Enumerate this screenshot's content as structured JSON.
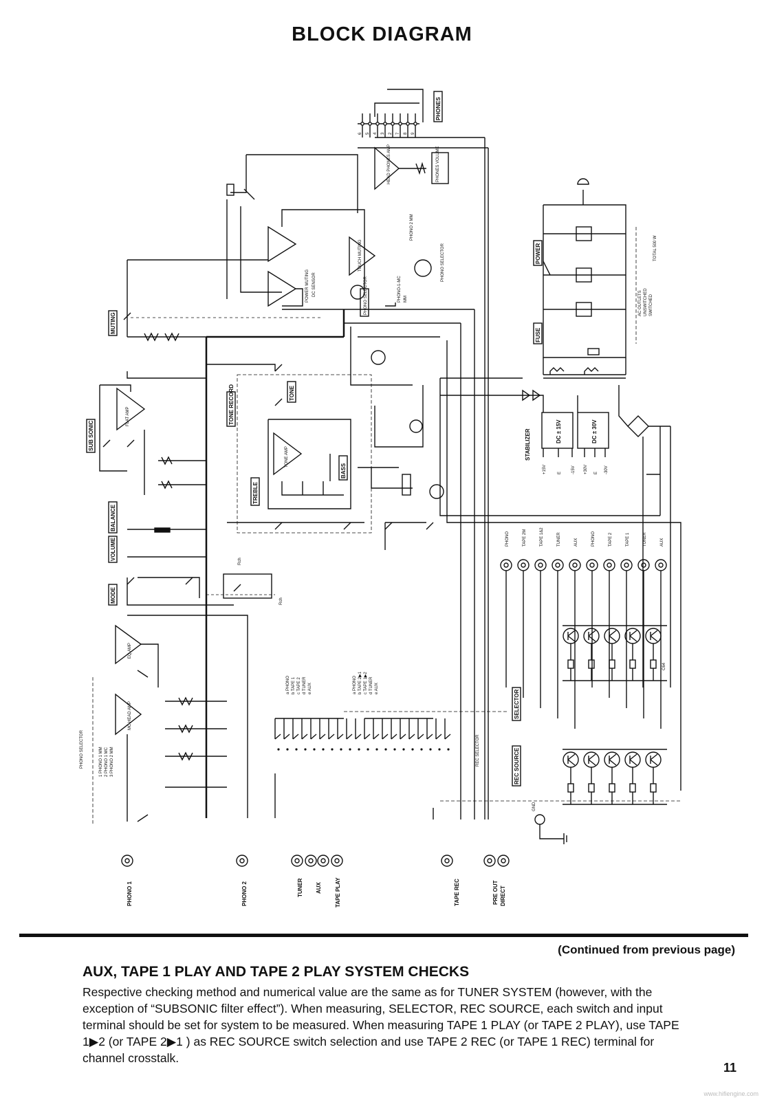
{
  "page": {
    "title": "BLOCK DIAGRAM",
    "continued": "(Continued from previous page)",
    "heading": "AUX, TAPE 1 PLAY AND TAPE 2 PLAY SYSTEM CHECKS",
    "paragraph": "Respective checking method and numerical value are the same as for TUNER SYSTEM (however, with the exception of “SUBSONIC filter effect”). When measuring, SELECTOR, REC SOURCE, each switch and input terminal should be set for system to be measured. When measuring TAPE 1 PLAY (or TAPE 2 PLAY), use TAPE 1▶2 (or TAPE 2▶1 ) as REC SOURCE switch selection and use TAPE 2 REC (or TAPE 1 REC) terminal for channel crosstalk.",
    "page_number": "11",
    "watermark": "www.hifiengine.com"
  },
  "diagram": {
    "boxed_labels": {
      "phones": "PHONES",
      "phones_volume": "PHONES VOLUME",
      "power": "POWER",
      "fuse": "FUSE",
      "muting": "MUTING",
      "subsonic": "SUB SONIC",
      "tone_record": "TONE RECORD",
      "tone": "TONE",
      "treble": "TREBLE",
      "bass": "BASS",
      "balance": "BALANCE",
      "volume": "VOLUME",
      "mode": "MODE",
      "selector": "SELECTOR",
      "rec_source": "REC SOURCE",
      "phono_selector": "PHONO SELECTOR"
    },
    "amp_labels": {
      "head_phones_amp": "HEAD PHONES AMP",
      "touch_muting": "TOUCH MUTING",
      "flat_amp": "FLAT AMP",
      "tone_amp": "TONE AMP",
      "eq_amp": "EQ AMP",
      "mc_head_amp": "MC HEAD AMP"
    },
    "text_labels": {
      "power_muting": "POWER MUTING",
      "dc_sensor": "DC SENSOR",
      "phono2_mm": "PHONO 2 MM",
      "phono1_mc": "PHONO-1-MC",
      "mm": "MM",
      "phono_selector_text": "PHONO SELECTOR",
      "total_500w": "TOTAL 500 W",
      "ac_outlets": "AC OUTLETS",
      "unswitched": "UNSWITCHED",
      "switched": "SWITCHED",
      "stabilizer": "STABILIZER",
      "dc_15v": "DC ± 15V",
      "dc_30v": "DC ± 30V",
      "rail_p15": "+15V",
      "rail_e1": "E",
      "rail_m15": "-15V",
      "rail_p30": "+30V",
      "rail_e2": "E",
      "rail_m30": "-30V",
      "rch_top": "Rch",
      "rch_bottom": "Rch",
      "rec_selector": "REC SELECTOR",
      "c64": "C64",
      "gnd": "GND",
      "phono_sel_legend_title": "PHONO SELECTOR",
      "phono_sel_1": "1 PHONO 1 MM",
      "phono_sel_2": "2 PHONO 1 MC",
      "phono_sel_3": "3 PHONO 2 MM"
    },
    "sel_legend_1": [
      "a PHONO",
      "b TAPE 1",
      "c TAPE 2",
      "d TUNER",
      "e AUX"
    ],
    "sel_legend_2": [
      "a PHONO",
      "b TAPE 2▶1",
      "c TAPE 1▶2",
      "d TUNER",
      "e AUX"
    ],
    "jack_labels_top": [
      "PHONO",
      "TAPE 2M",
      "TAPE 1&2",
      "TUNER",
      "AUX",
      "PHONO",
      "TAPE 2",
      "TAPE 1",
      "TUNER",
      "AUX"
    ],
    "bottom_terminals": {
      "phono1": "PHONO 1",
      "phono2": "PHONO 2",
      "tuner": "TUNER",
      "aux": "AUX",
      "tape_play": "TAPE PLAY",
      "tape_rec": "TAPE REC",
      "pre_out": "PRE OUT",
      "direct": "DIRECT"
    },
    "phones_pins": [
      "6",
      "5",
      "4",
      "3",
      "2",
      "7",
      "8",
      "9"
    ]
  }
}
